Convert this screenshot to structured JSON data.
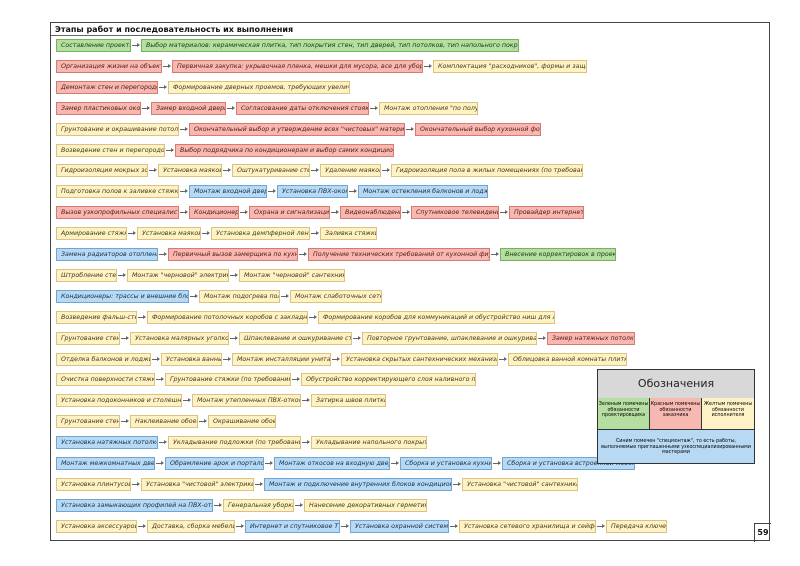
{
  "title": "Этапы работ и последовательность их выполнения",
  "page_number": "59",
  "colors": {
    "green": "#b5dea1",
    "red": "#f7b8b2",
    "yellow": "#fdf1c6",
    "blue": "#b8d9f4"
  },
  "legend": {
    "title": "Обозначения",
    "green": "Зеленым помечены обязанности проектировщика",
    "red": "Красным помечены обязанности заказчика",
    "yellow": "Желтым помечены обязанности исполнителя",
    "blue": "Синим помечен \"спецмонтаж\", то есть работы, выполняемые приглашенными узкоспециализированными мастерами"
  },
  "rows": [
    [
      [
        "g",
        "Составление проекта"
      ],
      [
        "g",
        "Выбор материалов: керамическая плитка, тип покрытия стен, тип дверей, тип потолков, тип напольного покрытия"
      ]
    ],
    [
      [
        "r",
        "Организация жизни на объекте"
      ],
      [
        "r",
        "Первичная закупка: укрывочная пленка, мешки для мусора, все для уборки"
      ],
      [
        "y",
        "Комплектация \"расходников\", формы и защиты"
      ]
    ],
    [
      [
        "r",
        "Демонтаж стен и перегородок"
      ],
      [
        "y",
        "Формирование дверных проемов, требующих увеличения"
      ]
    ],
    [
      [
        "r",
        "Замер пластиковых окон"
      ],
      [
        "r",
        "Замер входной двери"
      ],
      [
        "r",
        "Согласование даты отключения стояков"
      ],
      [
        "y",
        "Монтаж отопления \"по полу\""
      ]
    ],
    [
      [
        "y",
        "Грунтование и окрашивание потолка"
      ],
      [
        "r",
        "Окончательный выбор и утверждение всех \"чистовых\" материалов"
      ],
      [
        "r",
        "Окончательный выбор кухонной формы"
      ]
    ],
    [
      [
        "y",
        "Возведение стен и перегородок"
      ],
      [
        "r",
        "Выбор подрядчика по кондиционерам и выбор самих кондиционеров"
      ]
    ],
    [
      [
        "y",
        "Гидроизоляция мокрых зон"
      ],
      [
        "y",
        "Установка маяков"
      ],
      [
        "y",
        "Оштукатуривание стен"
      ],
      [
        "y",
        "Удаление маяков"
      ],
      [
        "y",
        "Гидроизоляция пола в жилых помещениях (по требованию)"
      ]
    ],
    [
      [
        "y",
        "Подготовка полов к заливке стяжки"
      ],
      [
        "b",
        "Монтаж входной двери"
      ],
      [
        "b",
        "Установка ПВХ-окон"
      ],
      [
        "b",
        "Монтаж остекления балконов и лоджий"
      ]
    ],
    [
      [
        "r",
        "Вызов узкопрофильных специалистов"
      ],
      [
        "r",
        "Кондиционеры"
      ],
      [
        "r",
        "Охрана и сигнализация"
      ],
      [
        "r",
        "Видеонаблюдение"
      ],
      [
        "r",
        "Спутниковое телевидение"
      ],
      [
        "r",
        "Провайдер интернета"
      ]
    ],
    [
      [
        "y",
        "Армирование стяжки"
      ],
      [
        "y",
        "Установка маяков"
      ],
      [
        "y",
        "Установка демпферной ленты"
      ],
      [
        "y",
        "Заливка стяжки"
      ]
    ],
    [
      [
        "b",
        "Замена радиаторов отопления"
      ],
      [
        "r",
        "Первичный вызов замерщика по кухням"
      ],
      [
        "r",
        "Получение технических требований от кухонной фирмы"
      ],
      [
        "g",
        "Внесение корректировок в проект"
      ]
    ],
    [
      [
        "y",
        "Штробление стен"
      ],
      [
        "y",
        "Монтаж \"черновой\" электрики"
      ],
      [
        "y",
        "Монтаж \"черновой\" сантехники"
      ]
    ],
    [
      [
        "b",
        "Кондиционеры: трассы и внешние блоки"
      ],
      [
        "y",
        "Монтаж подогрева пола"
      ],
      [
        "y",
        "Монтаж слаботочных сетей"
      ]
    ],
    [
      [
        "y",
        "Возведение фальш-стен"
      ],
      [
        "y",
        "Формирование потолочных коробов с закладными"
      ],
      [
        "y",
        "Формирование коробов для коммуникаций и обустройство ниш для люков"
      ]
    ],
    [
      [
        "y",
        "Грунтование стен"
      ],
      [
        "y",
        "Установка малярных уголков"
      ],
      [
        "y",
        "Шпаклевание и ошкуривание стен"
      ],
      [
        "y",
        "Повторное грунтование, шпаклевание и ошкуривание"
      ],
      [
        "r",
        "Замер натяжных потолков"
      ]
    ],
    [
      [
        "y",
        "Отделка балконов и лоджий"
      ],
      [
        "y",
        "Установка ванны"
      ],
      [
        "y",
        "Монтаж инсталляции унитаза"
      ],
      [
        "y",
        "Установка скрытых сантехнических механизмов"
      ],
      [
        "y",
        "Облицовка ванной комнаты плиткой"
      ]
    ],
    [
      [
        "y",
        "Очистка поверхности стяжки"
      ],
      [
        "y",
        "Грунтование стяжки (по требованию)"
      ],
      [
        "y",
        "Обустройство корректирующего слоя наливного пола"
      ]
    ],
    [
      [
        "y",
        "Установка подоконников и столешниц"
      ],
      [
        "y",
        "Монтаж утепленных ПВХ-откосов"
      ],
      [
        "y",
        "Затирка швов плитки"
      ]
    ],
    [
      [
        "y",
        "Грунтование стен"
      ],
      [
        "y",
        "Наклеивание обоев"
      ],
      [
        "y",
        "Окрашивание обоев"
      ]
    ],
    [
      [
        "b",
        "Установка натяжных потолков"
      ],
      [
        "y",
        "Укладывание подложки (по требованию)"
      ],
      [
        "y",
        "Укладывание напольного покрытия"
      ]
    ],
    [
      [
        "b",
        "Монтаж межкомнатных дверей"
      ],
      [
        "b",
        "Обрамление арок и порталов"
      ],
      [
        "b",
        "Монтаж откосов на входную дверь"
      ],
      [
        "b",
        "Сборка и установка кухни"
      ],
      [
        "b",
        "Сборка и установка встроенной мебели"
      ]
    ],
    [
      [
        "y",
        "Установка плинтусов"
      ],
      [
        "y",
        "Установка \"чистовой\" электрики"
      ],
      [
        "b",
        "Монтаж и подключение внутренних блоков кондиционеров"
      ],
      [
        "y",
        "Установка \"чистовой\" сантехники"
      ]
    ],
    [
      [
        "b",
        "Установка замыкающих профилей на ПВХ-откосы"
      ],
      [
        "y",
        "Генеральная уборка"
      ],
      [
        "y",
        "Нанесение декоративных герметиков"
      ]
    ],
    [
      [
        "y",
        "Установка аксессуаров"
      ],
      [
        "y",
        "Доставка, сборка мебели"
      ],
      [
        "b",
        "Интернет и спутниковое TV"
      ],
      [
        "b",
        "Установка охранной системы"
      ],
      [
        "y",
        "Установка сетевого хранилища и сейфов"
      ],
      [
        "y",
        "Передача ключей"
      ]
    ]
  ]
}
